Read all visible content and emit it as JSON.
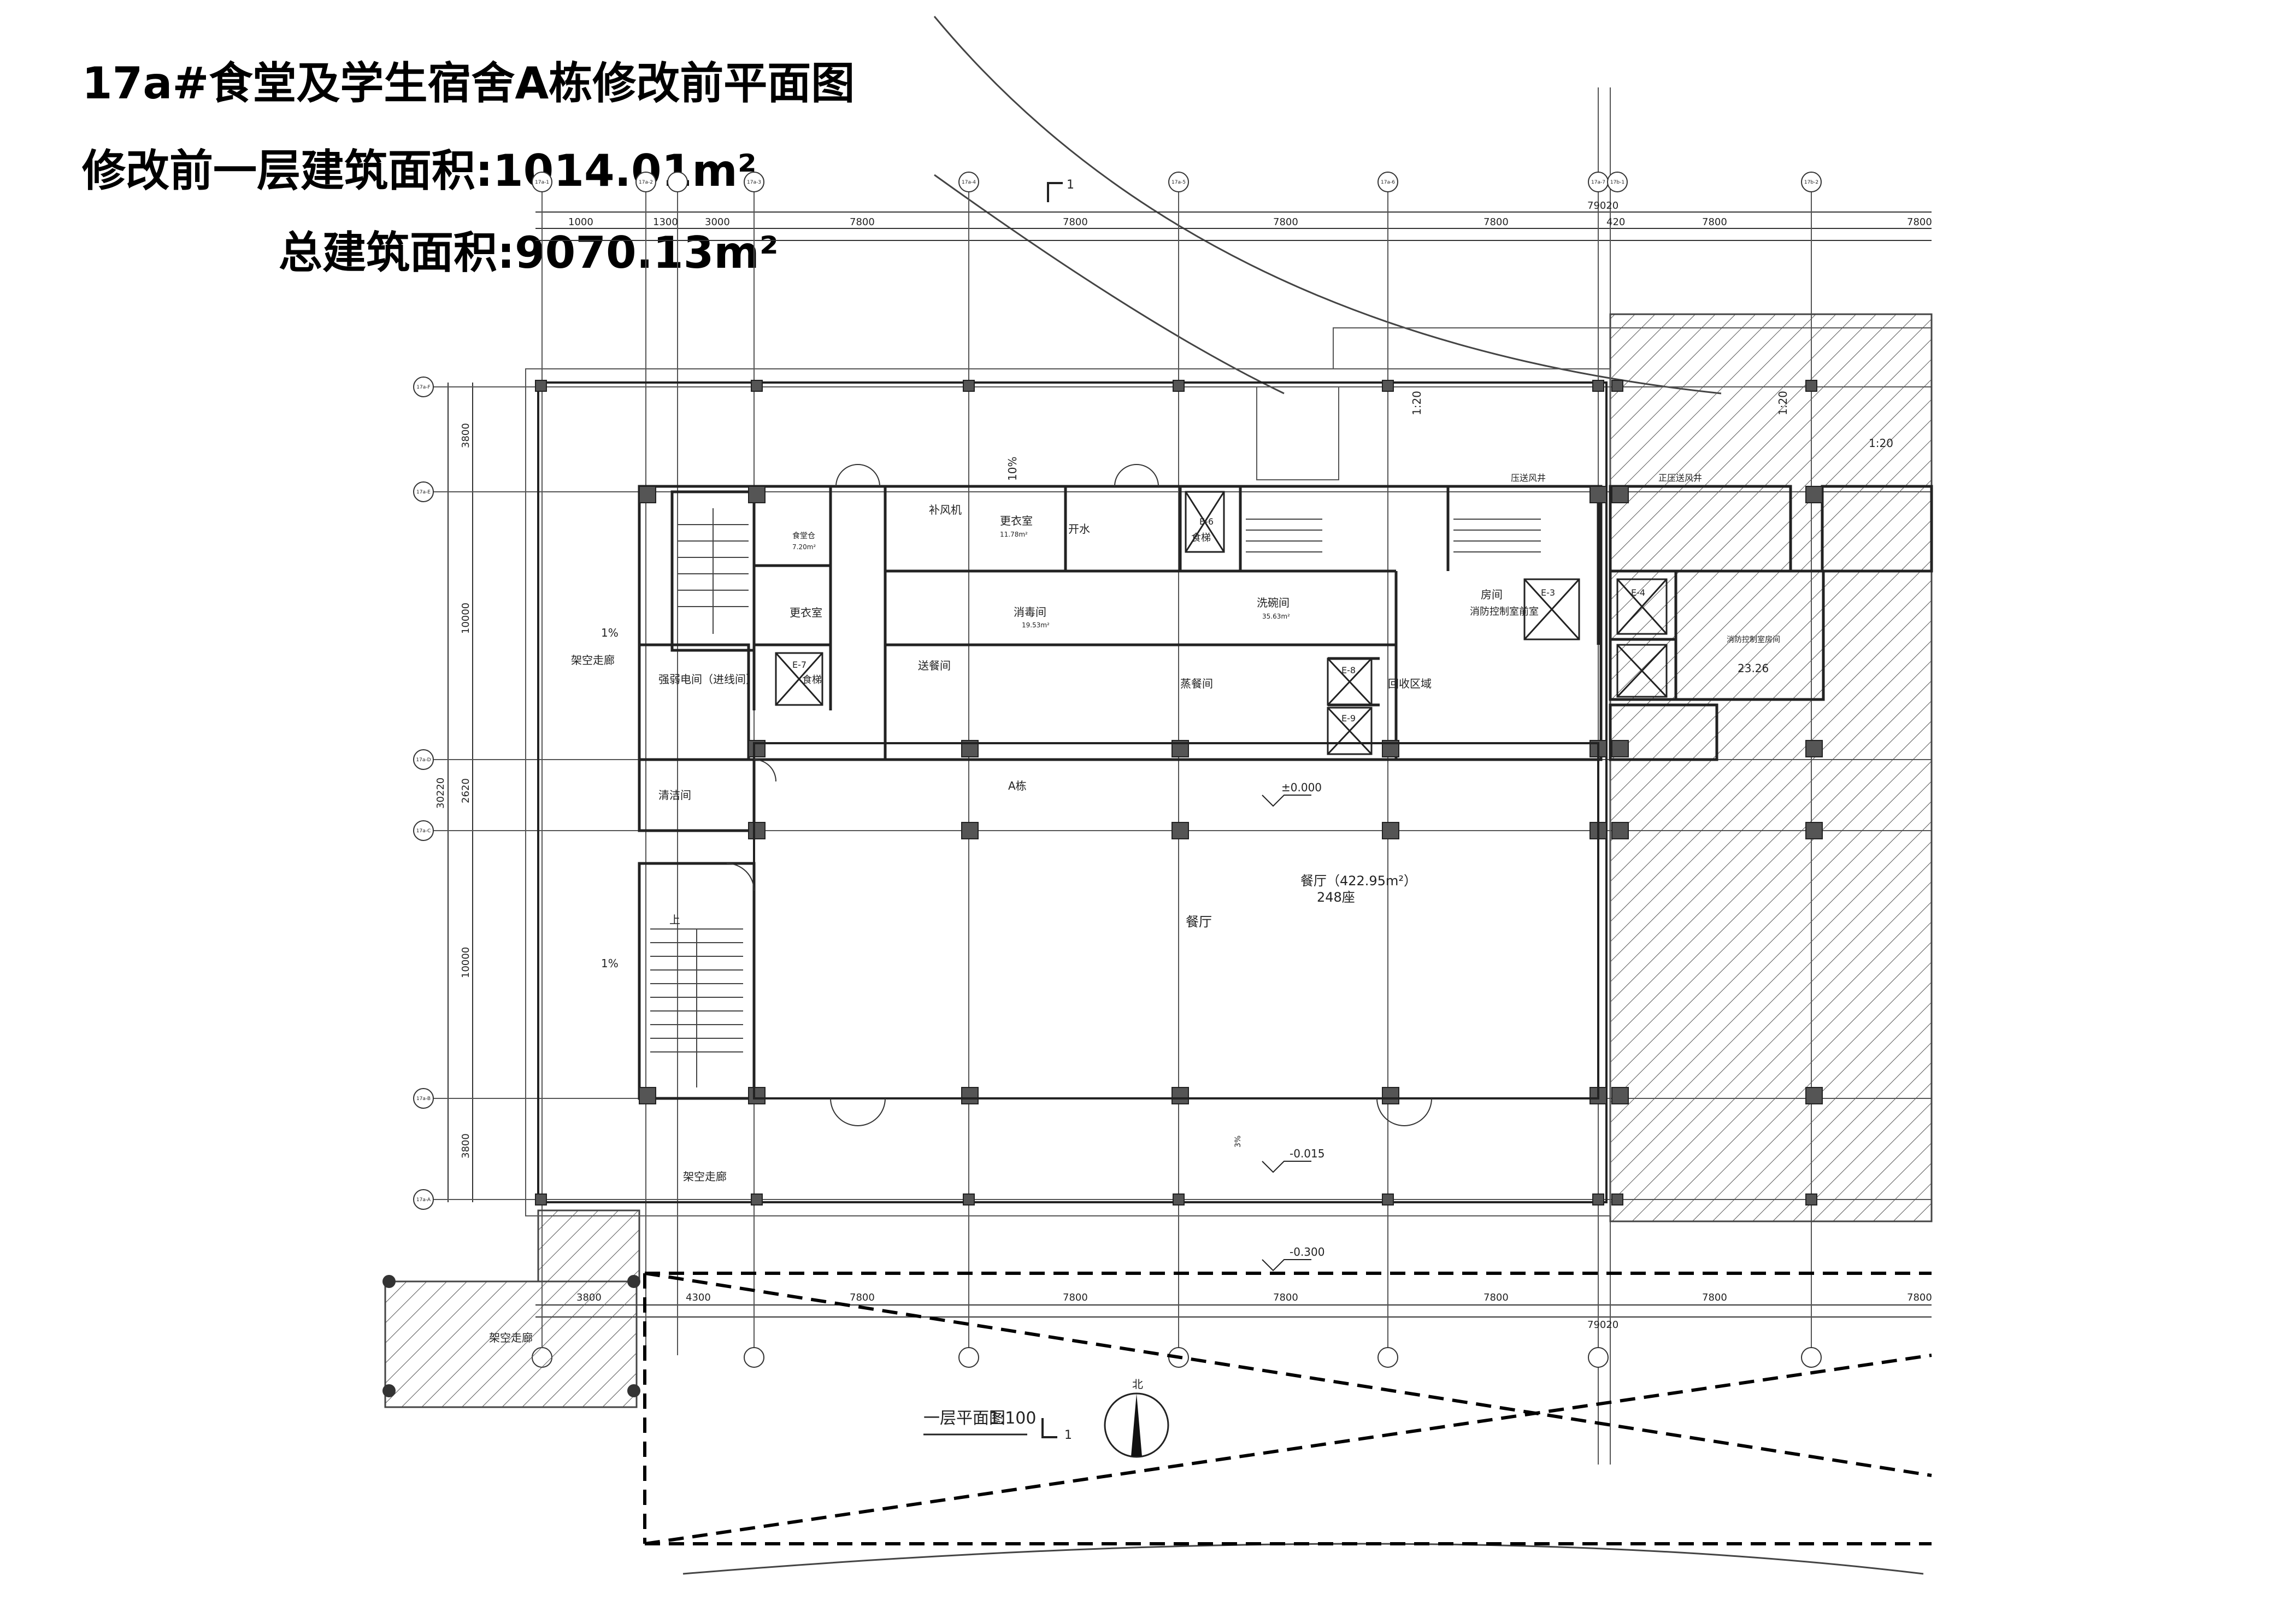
{
  "header": {
    "title": "17a#食堂及学生宿舍A栋修改前平面图",
    "first_floor_area": "修改前一层建筑面积:1014.01m²",
    "total_area": "总建筑面积:9070.13m²"
  },
  "dimensions": {
    "top": [
      "1000",
      "1300",
      "3000",
      "7800",
      "7800",
      "7800",
      "7800",
      "420",
      "7800",
      "7800"
    ],
    "top_total": "79020",
    "bottom": [
      "3800",
      "4300",
      "7800",
      "7800",
      "7800",
      "7800",
      "7800",
      "7800"
    ],
    "bottom_total": "79020",
    "left": [
      "3800",
      "10000",
      "2620",
      "10000",
      "3800"
    ],
    "left_total": "30220"
  },
  "rooms": {
    "corridor_top": "架空走廊",
    "corridor_bottom": "架空走廊",
    "corridor_outside": "架空走廊",
    "power_room": "强弱电间（进线间）",
    "cleaning": "清洁间",
    "stair_up": "上",
    "locker_1": "更衣室",
    "locker_2": "更衣室",
    "locker_3": "更衣室",
    "locker_3_area": "11.78m²",
    "food_room": "食堂仓",
    "food_room_area": "7.20m²",
    "food_bag": "补风机",
    "water": "开水",
    "disinfect": "消毒间",
    "disinfect_area": "19.53m²",
    "wash": "洗碗间",
    "wash_area": "35.63m²",
    "pass": "送餐间",
    "serving": "蒸餐间",
    "elevator_e7": "E-7",
    "elevator_e6": "E-6",
    "elevator_e6_label": "食梯",
    "elevator_e8": "E-8",
    "elevator_e9": "E-9",
    "elevator_e3": "E-3",
    "elevator_e4": "E-4",
    "return_area": "回收区域",
    "room": "房间",
    "fire_ctrl": "消防控制室前室",
    "fire_room": "消防控制室房间",
    "fire_room_area": "23.26",
    "fan": "压送风井",
    "fan2": "正压送风井",
    "kitchen_name": "A栋",
    "dining_area": "餐厅（422.95m²）",
    "dining_seats": "248座",
    "dining": "餐厅",
    "lift_label": "食梯"
  },
  "levels": {
    "floor": "±0.000",
    "outside": "-0.015",
    "ground": "-0.300"
  },
  "slopes": {
    "top": "1%",
    "mid": "1%",
    "ramp": "1:20",
    "ramp2": "1:20",
    "ramp3": "1:20",
    "ramp4": "10%",
    "small": "3%"
  },
  "axis": {
    "top": [
      "17a-1",
      "17a-2",
      "17a-3",
      "17a-4",
      "17a-5",
      "17a-6",
      "17a-7",
      "17b-1",
      "17b-2"
    ],
    "left": [
      "17a-F",
      "17a-E",
      "17a-D",
      "17a-C",
      "17a-B",
      "17a-A"
    ]
  },
  "plan_label": "一层平面图",
  "plan_scale": "1:100",
  "section_mark": "1",
  "north": "北"
}
